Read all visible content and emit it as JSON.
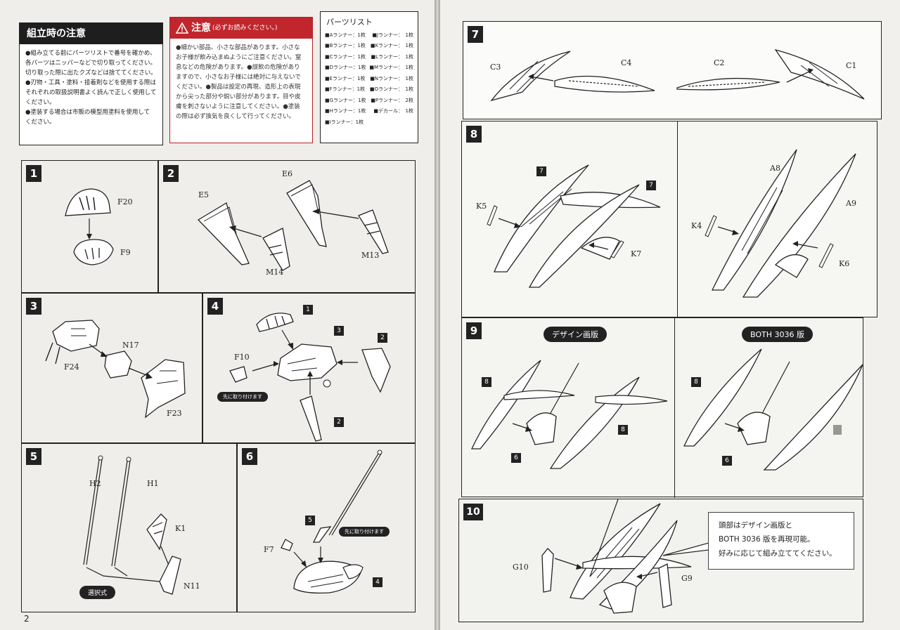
{
  "page_number": "2",
  "assembly_notes": {
    "title": "組立時の注意",
    "lines": [
      "●組み立てる前にパーツリストで番号を確かめ、",
      "各パーツはニッパーなどで切り取ってください。",
      "切り取った際に出たクズなどは捨ててください。",
      "●刃物・工具・塗料・接着剤などを使用する際は",
      "それぞれの取扱説明書よく読んで正しく使用して",
      "ください。",
      "●塗装する場合は市販の模型用塗料を使用して",
      "ください。"
    ]
  },
  "caution": {
    "title": "注意",
    "subtitle": "(必ずお読みください。)",
    "lines": [
      "●細かい部品、小さな部品があります。小さな",
      "お子様が飲み込まぬようにご注意ください。窒",
      "息などの危険があります。●誤飲の危険があり",
      "ますので、小さなお子様には絶対に与えないで",
      "ください。●製品は設定の再現、造形上の表現",
      "から尖った部分や鋭い部分があります。目や皮",
      "膚を刺さないように注意してください。●塗装",
      "の際は必ず換気を良くして行ってください。"
    ]
  },
  "parts_list": {
    "title": "パーツリスト",
    "rows": [
      [
        "■Aランナー：1枚",
        "■Jランナー：　1枚"
      ],
      [
        "■Bランナー：1枚",
        "■Kランナー：　1枚"
      ],
      [
        "■Cランナー：1枚",
        "■Lランナー：　1枚"
      ],
      [
        "■Dランナー：1枚",
        "■Mランナー：　1枚"
      ],
      [
        "■Eランナー：1枚",
        "■Nランナー：　1枚"
      ],
      [
        "■Fランナー：1枚",
        "■Oランナー：　1枚"
      ],
      [
        "■Gランナー：1枚",
        "■Pランナー：　2枚"
      ],
      [
        "■Hランナー：1枚",
        "■デカール：　1枚"
      ],
      [
        "■Iランナー：1枚",
        ""
      ]
    ]
  },
  "steps": {
    "s1": {
      "num": "1",
      "parts": [
        "F20",
        "F9"
      ]
    },
    "s2": {
      "num": "2",
      "parts": [
        "E5",
        "E6",
        "M14",
        "M13"
      ]
    },
    "s3": {
      "num": "3",
      "parts": [
        "N17",
        "F24",
        "F23"
      ]
    },
    "s4": {
      "num": "4",
      "parts": [
        "F10"
      ],
      "refs": [
        "1",
        "3",
        "2",
        "2"
      ],
      "note": "先に取り付けます"
    },
    "s5": {
      "num": "5",
      "parts": [
        "H2",
        "H1",
        "K1",
        "N11"
      ],
      "note": "選択式"
    },
    "s6": {
      "num": "6",
      "parts": [
        "F7"
      ],
      "refs": [
        "5",
        "4"
      ],
      "note": "先に取り付けます"
    },
    "s7": {
      "num": "7",
      "parts": [
        "C3",
        "C4",
        "C2",
        "C1"
      ]
    },
    "s8": {
      "num": "8",
      "parts": [
        "K5",
        "K7",
        "A8",
        "A9",
        "K4",
        "K6"
      ],
      "refs": [
        "7",
        "7"
      ]
    },
    "s9": {
      "num": "9",
      "variant_a": "デザイン画版",
      "variant_b": "BOTH 3036 版",
      "refs": [
        "8",
        "6",
        "8",
        "8",
        "6"
      ]
    },
    "s10": {
      "num": "10",
      "parts": [
        "G10",
        "G9"
      ],
      "callout": [
        "頭部はデザイン画版と",
        "BOTH 3036 版を再現可能。",
        "好みに応じて組み立ててください。"
      ]
    }
  }
}
